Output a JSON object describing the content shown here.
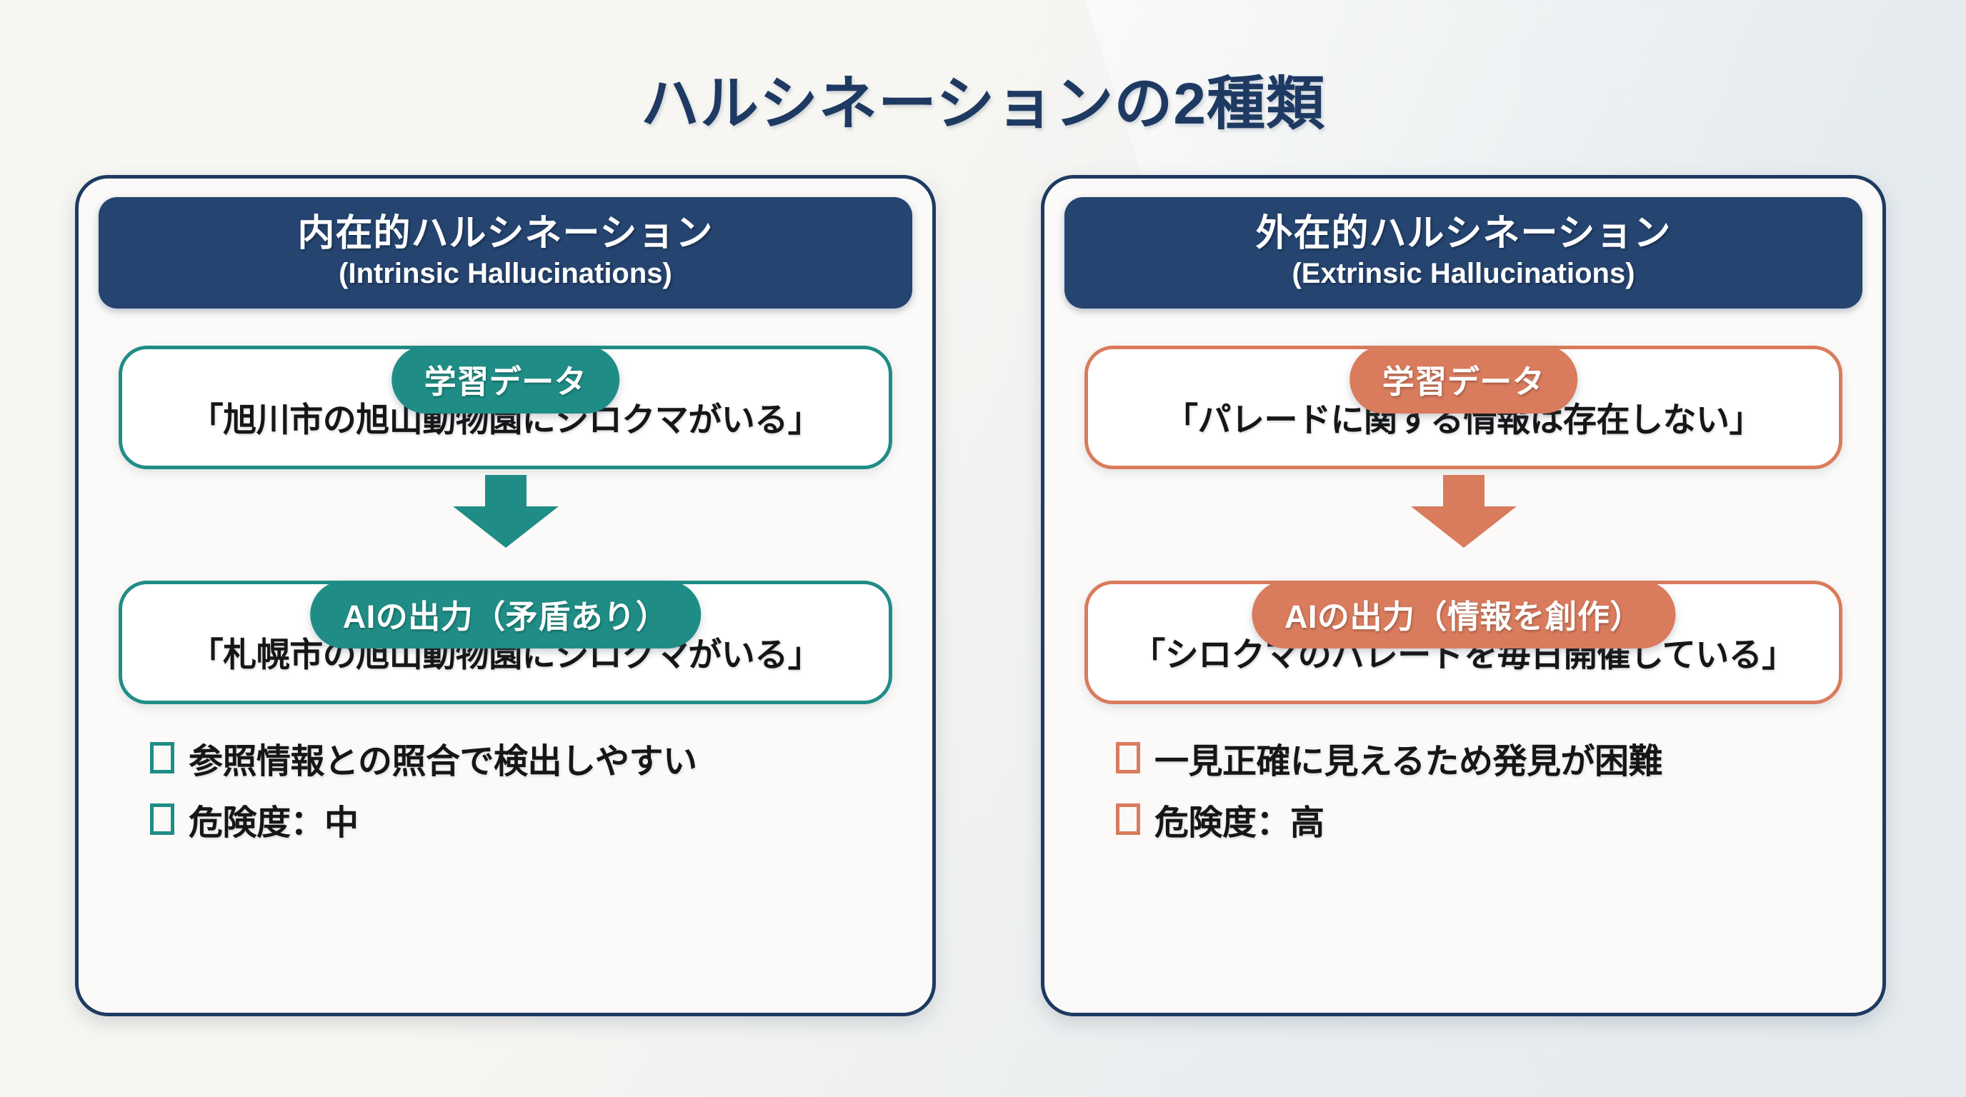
{
  "title": "ハルシネーションの2種類",
  "theme": {
    "navy": "#1E3A62",
    "header_navy": "#254470",
    "teal": "#1F8D86",
    "orange": "#D97B5D",
    "text_black": "#161616",
    "card_bg": "#fbfaf8",
    "page_bg": "#f4f4f2"
  },
  "cards": [
    {
      "id": "intrinsic",
      "accent": "#1F8D86",
      "header": {
        "ja": "内在的ハルシネーション",
        "en": "(Intrinsic Hallucinations)"
      },
      "source": {
        "pill_label": "学習データ",
        "quote": "「旭川市の旭山動物園にシロクマがいる」"
      },
      "arrow_icon": "arrow-down-icon",
      "output": {
        "pill_label": "AIの出力（矛盾あり）",
        "quote": "「札幌市の旭山動物園にシロクマがいる」"
      },
      "bullets": [
        {
          "marker": "checkbox-icon",
          "text": "参照情報との照合で検出しやすい"
        },
        {
          "marker": "checkbox-icon",
          "text": "危険度：中"
        }
      ]
    },
    {
      "id": "extrinsic",
      "accent": "#D97B5D",
      "header": {
        "ja": "外在的ハルシネーション",
        "en": "(Extrinsic Hallucinations)"
      },
      "source": {
        "pill_label": "学習データ",
        "quote": "「パレードに関する情報は存在しない」"
      },
      "arrow_icon": "arrow-down-icon",
      "output": {
        "pill_label": "AIの出力（情報を創作）",
        "quote": "「シロクマのパレードを毎日開催している」"
      },
      "bullets": [
        {
          "marker": "checkbox-icon",
          "text": "一見正確に見えるため発見が困難"
        },
        {
          "marker": "checkbox-icon",
          "text": "危険度：高"
        }
      ]
    }
  ]
}
